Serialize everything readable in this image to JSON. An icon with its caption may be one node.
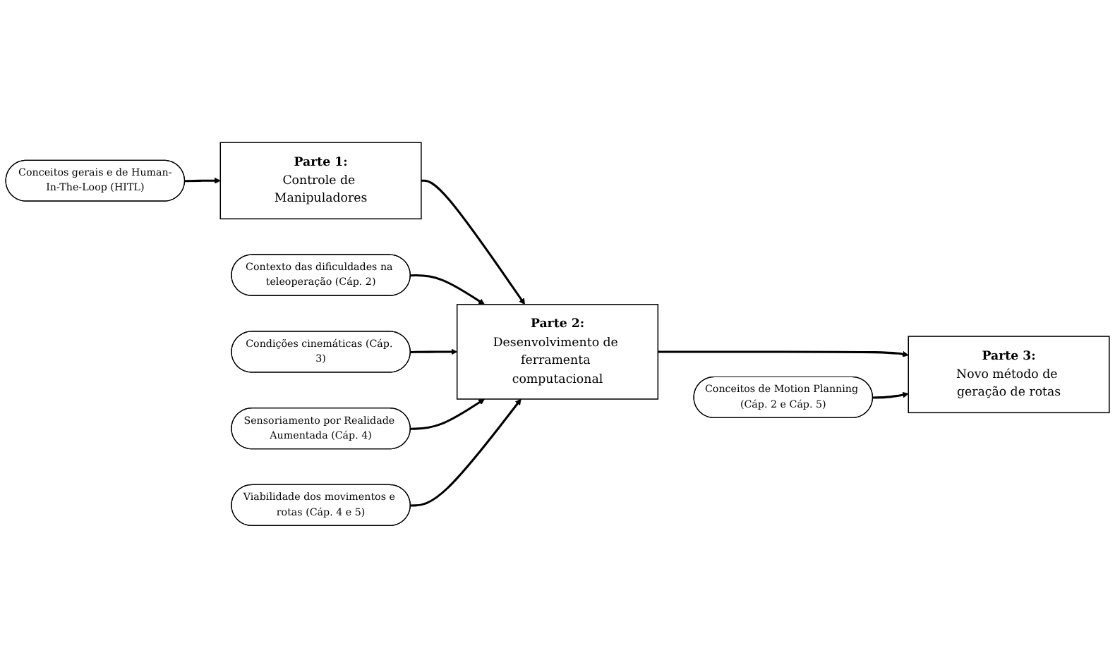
{
  "diagram": {
    "nodes": [
      {
        "text": [
          "Conceitos gerais e de Human-In-The-Loop (HITL)"
        ]
      },
      {
        "text": [
          "Parte 1:",
          "Controle de Manipuladores"
        ]
      },
      {
        "text": [
          "Contexto das dificuldades na teleoperação (Cáp. 2)"
        ]
      },
      {
        "text": [
          "Condições cinemáticas (Cáp. 3)"
        ]
      },
      {
        "text": [
          "Sensoriamento por Realidade Aumentada (Cáp. 4)"
        ]
      },
      {
        "text": [
          "Viabilidade dos movimentos e rotas (Cáp. 4 e 5)"
        ]
      },
      {
        "text": [
          "Parte 2:",
          "Desenvolvimento de ferramenta computacional"
        ]
      },
      {
        "text": [
          "Conceitos de Motion Planning (Cáp. 2 e Cáp. 5)"
        ]
      },
      {
        "text": [
          "Parte 3:",
          "Novo método de geração de rotas"
        ]
      }
    ],
    "edges": [
      {
        "from": 0,
        "to": 1,
        "arrow": "to"
      },
      {
        "from": 1,
        "to": 6,
        "arrow": "to"
      },
      {
        "from": 2,
        "to": 6,
        "arrow": "to"
      },
      {
        "from": 3,
        "to": 6,
        "arrow": "to"
      },
      {
        "from": 4,
        "to": 6,
        "arrow": "to"
      },
      {
        "from": 5,
        "to": 6,
        "arrow": "to"
      },
      {
        "from": 6,
        "to": 8,
        "arrow": "to"
      },
      {
        "from": 7,
        "to": 8,
        "arrow": "to"
      }
    ]
  }
}
